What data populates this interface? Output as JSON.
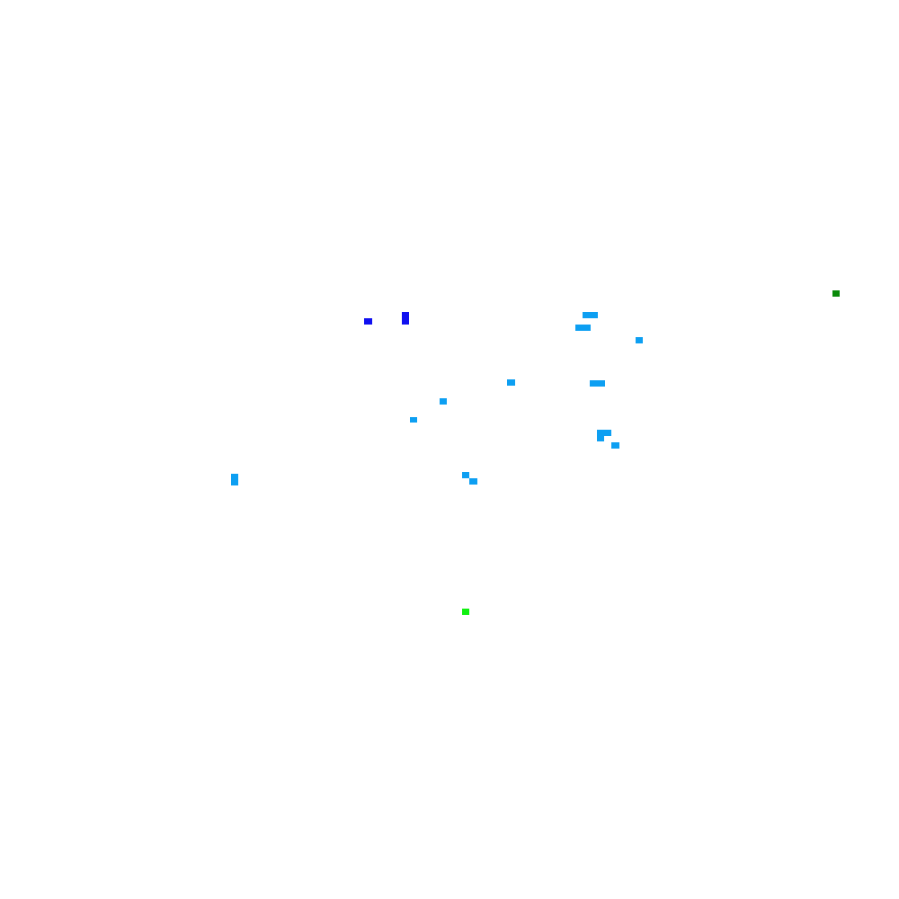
{
  "colors": {
    "background": "#ffffff",
    "sky_blue": "#0d9ff2",
    "royal_blue": "#1010f0",
    "lime_green": "#10f010",
    "dark_green": "#0a8a0a"
  },
  "markers": [
    {
      "name": "dark-green-marker",
      "color_key": "dark_green"
    },
    {
      "name": "blue-marker-1",
      "color_key": "royal_blue"
    },
    {
      "name": "blue-marker-2",
      "color_key": "royal_blue"
    },
    {
      "name": "sky-marker-1",
      "color_key": "sky_blue"
    },
    {
      "name": "sky-marker-2",
      "color_key": "sky_blue"
    },
    {
      "name": "sky-marker-3",
      "color_key": "sky_blue"
    },
    {
      "name": "sky-marker-4",
      "color_key": "sky_blue"
    },
    {
      "name": "sky-marker-5",
      "color_key": "sky_blue"
    },
    {
      "name": "sky-marker-6",
      "color_key": "sky_blue"
    },
    {
      "name": "sky-marker-7",
      "color_key": "sky_blue"
    },
    {
      "name": "sky-marker-8",
      "color_key": "sky_blue"
    },
    {
      "name": "sky-marker-9",
      "color_key": "sky_blue"
    },
    {
      "name": "sky-marker-10",
      "color_key": "sky_blue"
    },
    {
      "name": "sky-marker-11",
      "color_key": "sky_blue"
    },
    {
      "name": "sky-marker-12",
      "color_key": "sky_blue"
    },
    {
      "name": "sky-marker-13",
      "color_key": "sky_blue"
    },
    {
      "name": "sky-marker-14",
      "color_key": "sky_blue"
    },
    {
      "name": "lime-marker",
      "color_key": "lime_green"
    }
  ]
}
